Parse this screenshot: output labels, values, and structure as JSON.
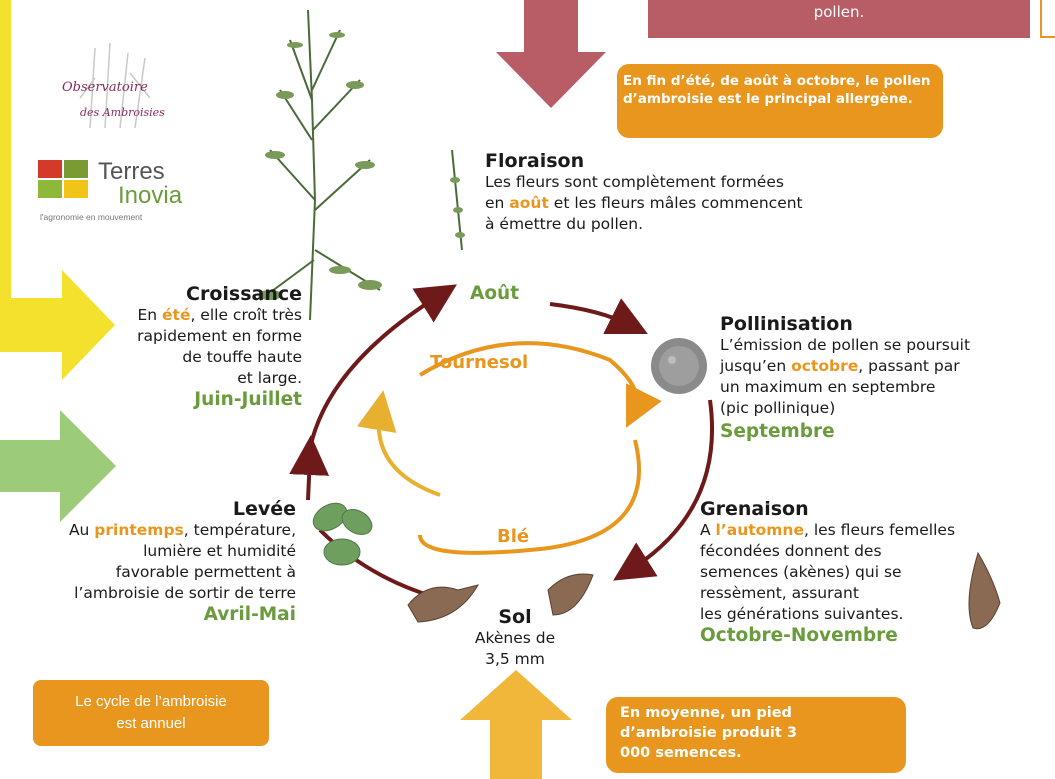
{
  "callouts": {
    "top_pollen": "pollen.",
    "fin_ete": "En fin d’été, de août à octobre, le pollen d’ambroisie est le principal allergène.",
    "cycle_annuel": "Le cycle de l’ambroisie est annuel",
    "moyenne": "En moyenne, un pied d’ambroisie produit 3 000 semences."
  },
  "logos": {
    "observatoire_line1": "Observatoire",
    "observatoire_line2": "des Ambroisies",
    "terres": "Terres",
    "inovia": "Inovia",
    "tagline": "l'agronomie en mouvement"
  },
  "stages": {
    "floraison": {
      "title": "Floraison",
      "l1": "Les fleurs sont complètement formées",
      "l2a": "en ",
      "l2kw": "août",
      "l2b": " et les fleurs mâles commencent",
      "l3": "à émettre du pollen.",
      "month": "Août"
    },
    "croissance": {
      "title": "Croissance",
      "l1a": "En ",
      "l1kw": "été",
      "l1b": ", elle croît très",
      "l2": "rapidement en forme",
      "l3": "de touffe haute",
      "l4": "et large.",
      "month": "Juin-Juillet"
    },
    "pollinisation": {
      "title": "Pollinisation",
      "l1": "L’émission de pollen se poursuit",
      "l2a": "jusqu’en ",
      "l2kw": "octobre",
      "l2b": ", passant par",
      "l3": "un maximum en septembre",
      "l4": "(pic pollinique)",
      "month": "Septembre"
    },
    "levee": {
      "title": "Levée",
      "l1a": "Au ",
      "l1kw": "printemps",
      "l1b": ", température,",
      "l2": "lumière et humidité",
      "l3": "favorable permettent à",
      "l4": "l’ambroisie de sortir de terre",
      "month": "Avril-Mai"
    },
    "grenaison": {
      "title": "Grenaison",
      "l1a": "A ",
      "l1kw": "l’automne",
      "l1b": ", les fleurs femelles",
      "l2": "fécondées donnent des",
      "l3": "semences (akènes) qui se",
      "l4": "ressèment, assurant",
      "l5": "les générations suivantes.",
      "month": "Octobre-Novembre"
    },
    "sol": {
      "title": "Sol",
      "l1": "Akènes de",
      "l2": "3,5 mm"
    }
  },
  "crops": {
    "tournesol": "Tournesol",
    "ble": "Blé"
  },
  "colors": {
    "orange": "#e8961e",
    "dark_red": "#6e1a1a",
    "mauve_arrow": "#b85c66",
    "yellow_arrow": "#f3e12d",
    "green_arrow": "#9ccc7a",
    "green_text": "#6a9b3c",
    "light_orange_arrow": "#f0b73a"
  }
}
